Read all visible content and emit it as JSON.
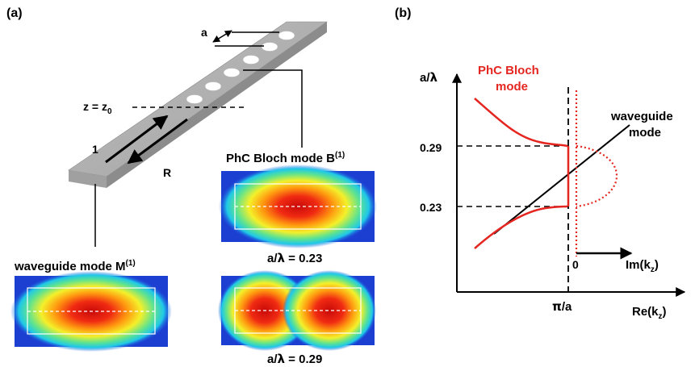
{
  "panel_a": {
    "label": "(a)",
    "period_label": "a",
    "plane_label": "z = z",
    "plane_sub": "0",
    "forward_label": "1",
    "reflected_label": "R",
    "bloch_title": "PhC Bloch mode B",
    "bloch_sup": "(1)",
    "waveguide_title": "waveguide mode M",
    "waveguide_sup": "(1)",
    "map1_caption_pre": "a/",
    "map1_caption_sym": "λ",
    "map1_caption_post": " = 0.23",
    "map2_caption_pre": "a/",
    "map2_caption_sym": "λ",
    "map2_caption_post": " = 0.29"
  },
  "panel_b": {
    "label": "(b)",
    "y_label_pre": "a/",
    "y_label_sym": "λ",
    "tick_029": "0.29",
    "tick_023": "0.23",
    "bloch_label_line1": "PhC Bloch",
    "bloch_label_line2": "mode",
    "wg_label_line1": "waveguide",
    "wg_label_line2": "mode",
    "im_zero": "0",
    "im_label_pre": "Im(k",
    "im_label_sub": "z",
    "im_label_post": ")",
    "re_label_pre": "Re(k",
    "re_label_sub": "z",
    "re_label_post": ")",
    "x_tick_sym": "π",
    "x_tick_post": "/a"
  },
  "colors": {
    "bloch_red": "#e52620",
    "waveguide_black": "#000000",
    "slab_gray": "#a9a9a9",
    "field_low": "#1a36c8",
    "field_high": "#d0100c"
  }
}
